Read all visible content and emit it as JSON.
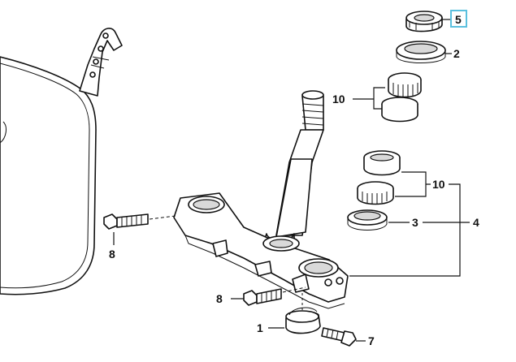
{
  "diagram": {
    "callouts": {
      "c1": "1",
      "c2": "2",
      "c3": "3",
      "c4": "4",
      "c5": "5",
      "c7": "7",
      "c8_upper": "8",
      "c8_lower": "8",
      "c10_upper": "10",
      "c10_lower": "10"
    },
    "highlight_color": "#5bc0de"
  }
}
